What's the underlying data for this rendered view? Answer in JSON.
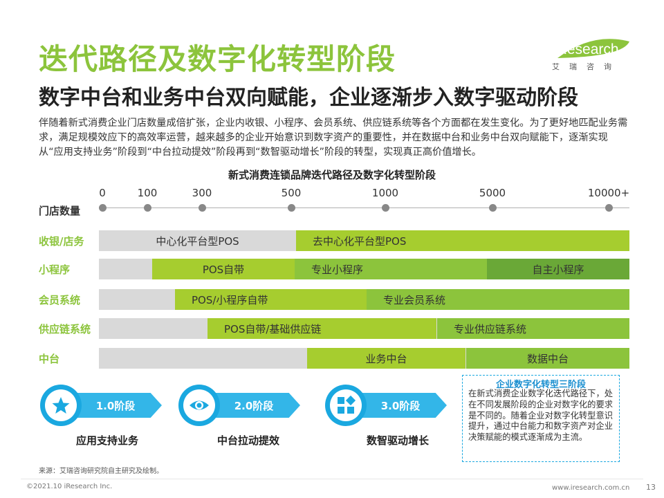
{
  "header": {
    "title": "迭代路径及数字化转型阶段",
    "subtitle": "数字中台和业务中台双向赋能，企业逐渐步入数字驱动阶段",
    "logo_text": "iResearch",
    "logo_sub": "艾瑞咨询"
  },
  "intro": "伴随着新式消费企业门店数量成倍扩张，企业内收银、小程序、会员系统、供应链系统等各个方面都在发生变化。为了更好地匹配业务需求，满足规模效应下的高效率运营，越来越多的企业开始意识到数字资产的重要性，并在数据中台和业务中台双向赋能下，逐渐实现从“应用支持业务”阶段到“中台拉动提效”阶段再到“数智驱动增长”阶段的转型，实现真正高价值增长。",
  "chart": {
    "title": "新式消费连锁品牌迭代路径及数字化转型阶段",
    "scale_name": "门店数量",
    "scale_ticks": [
      "0",
      "100",
      "300",
      "500",
      "1000",
      "5000",
      "10000+"
    ],
    "rows": [
      {
        "label": "收银/店务",
        "segments": [
          {
            "label": "中心化平台型POS",
            "start": 0,
            "end": 0.372,
            "color": "gray"
          },
          {
            "label": "去中心化平台型POS",
            "start": 0.372,
            "end": 1.0,
            "color": "lime"
          }
        ]
      },
      {
        "label": "小程序",
        "segments": [
          {
            "label": "",
            "start": 0,
            "end": 0.1,
            "color": "gray"
          },
          {
            "label": "POS自带",
            "start": 0.1,
            "end": 0.369,
            "color": "lime"
          },
          {
            "label": "专业小程序",
            "start": 0.369,
            "end": 0.732,
            "color": "green"
          },
          {
            "label": "自主小程序",
            "start": 0.732,
            "end": 1.0,
            "color": "dark"
          }
        ]
      },
      {
        "label": "会员系统",
        "segments": [
          {
            "label": "",
            "start": 0,
            "end": 0.143,
            "color": "gray"
          },
          {
            "label": "POS/小程序自带",
            "start": 0.143,
            "end": 0.505,
            "color": "lime"
          },
          {
            "label": "专业会员系统",
            "start": 0.505,
            "end": 1.0,
            "color": "green"
          }
        ]
      },
      {
        "label": "供应链系统",
        "segments": [
          {
            "label": "",
            "start": 0,
            "end": 0.205,
            "color": "gray"
          },
          {
            "label": "POS自带/基础供应链",
            "start": 0.205,
            "end": 0.637,
            "color": "lime"
          },
          {
            "label": "专业供应链系统",
            "start": 0.637,
            "end": 1.0,
            "color": "green"
          }
        ]
      },
      {
        "label": "中台",
        "segments": [
          {
            "label": "",
            "start": 0,
            "end": 0.393,
            "color": "gray"
          },
          {
            "label": "业务中台",
            "start": 0.393,
            "end": 0.692,
            "color": "lime"
          },
          {
            "label": "数据中台",
            "start": 0.692,
            "end": 1.0,
            "color": "green"
          }
        ]
      }
    ],
    "colors": {
      "gray": "#d9d9d9",
      "lime": "#a6cd2f",
      "green": "#8cc43c",
      "dark": "#6aa837",
      "accent_blue": "#1aa8e0",
      "title_green": "#8cc43c"
    }
  },
  "stages": [
    {
      "badge": "1.0阶段",
      "caption": "应用支持业务",
      "icon": "star-icon"
    },
    {
      "badge": "2.0阶段",
      "caption": "中台拉动提效",
      "icon": "eye-icon"
    },
    {
      "badge": "3.0阶段",
      "caption": "数智驱动增长",
      "icon": "grid-icon"
    }
  ],
  "note": {
    "title": "企业数字化转型三阶段",
    "body": "在新式消费企业数字化迭代路径下，处在不同发展阶段的企业对数字化的要求是不同的。随着企业对数字化转型意识提升，通过中台能力和数字资产对企业决策赋能的模式逐渐成为主流。"
  },
  "footer": {
    "source": "来源：艾瑞咨询研究院自主研究及绘制。",
    "copyright": "©2021.10 iResearch Inc.",
    "website": "www.iresearch.com.cn",
    "page": "13"
  }
}
